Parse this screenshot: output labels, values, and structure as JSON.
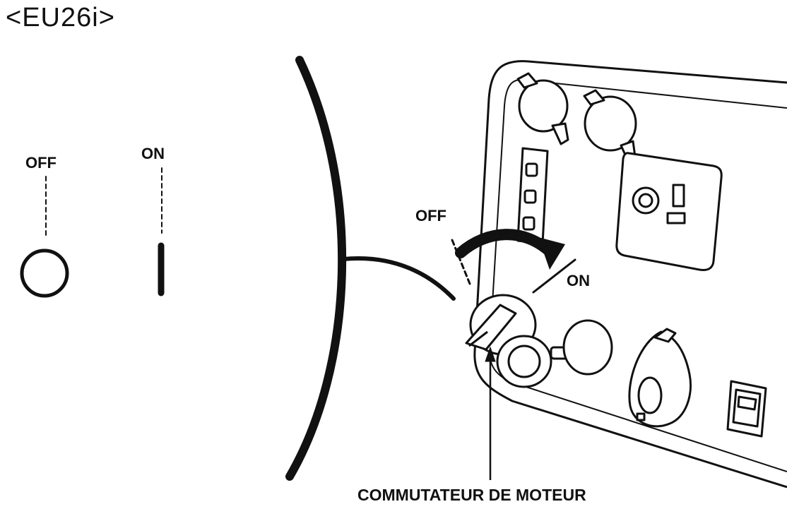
{
  "title": "<EU26i>",
  "legend": {
    "off_label": "OFF",
    "on_label": "ON"
  },
  "callouts": {
    "off_label": "OFF",
    "on_label": "ON"
  },
  "caption": "COMMUTATEUR DE MOTEUR",
  "colors": {
    "ink": "#111111",
    "background": "#ffffff",
    "panel_fill": "#ffffff"
  }
}
